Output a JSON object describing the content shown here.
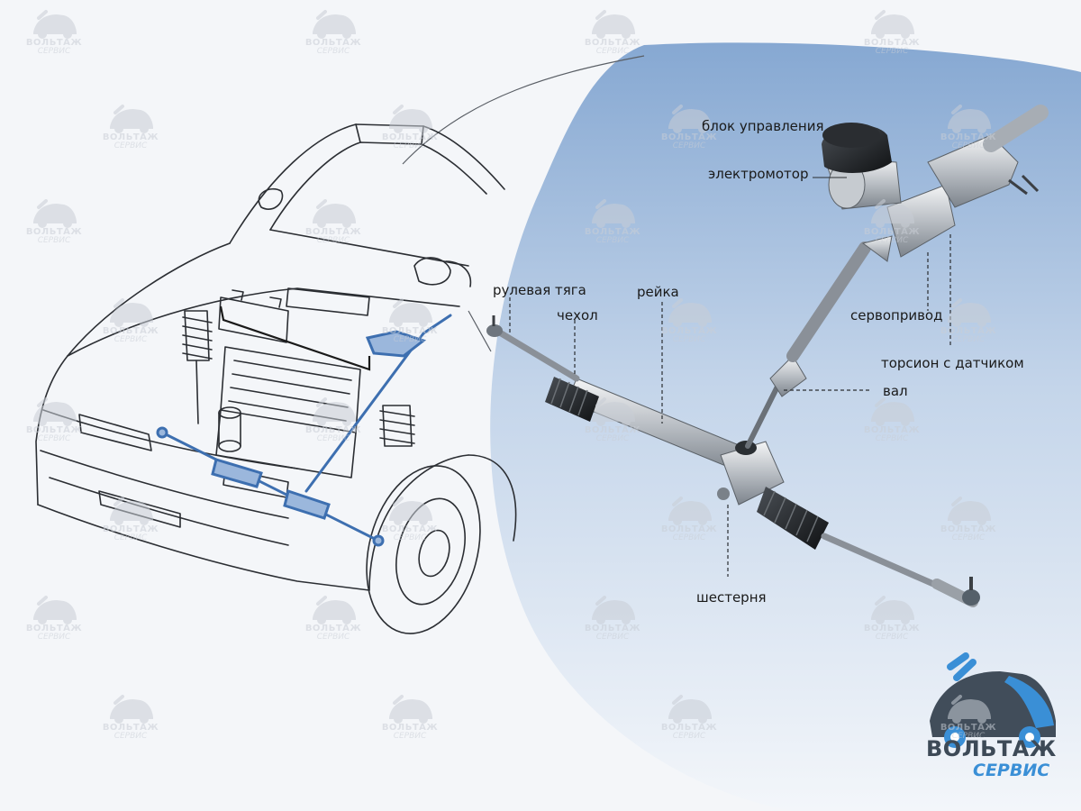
{
  "labels": {
    "control_unit": "блок управления",
    "electric_motor": "электромотор",
    "tie_rod": "рулевая тяга",
    "rack": "рейка",
    "boot": "чехол",
    "servo_drive": "сервопривод",
    "torsion_sensor": "торсион с датчиком",
    "shaft": "вал",
    "pinion": "шестерня"
  },
  "brand": {
    "name": "ВОЛЬТАЖ",
    "subtitle": "СЕРВИС",
    "color_dark": "#3d4a57",
    "color_accent": "#3a8fd6"
  },
  "watermark": {
    "name": "ВОЛЬТАЖ",
    "subtitle": "СЕРВИС"
  },
  "colors": {
    "bubble_top": "#8fb0d6",
    "bubble_bottom": "#f2f5f9",
    "steering_highlight": "#3d6fb0"
  },
  "icons": [
    "car-wrench-logo-icon",
    "car-outline-illustration",
    "steering-rack-illustration"
  ]
}
